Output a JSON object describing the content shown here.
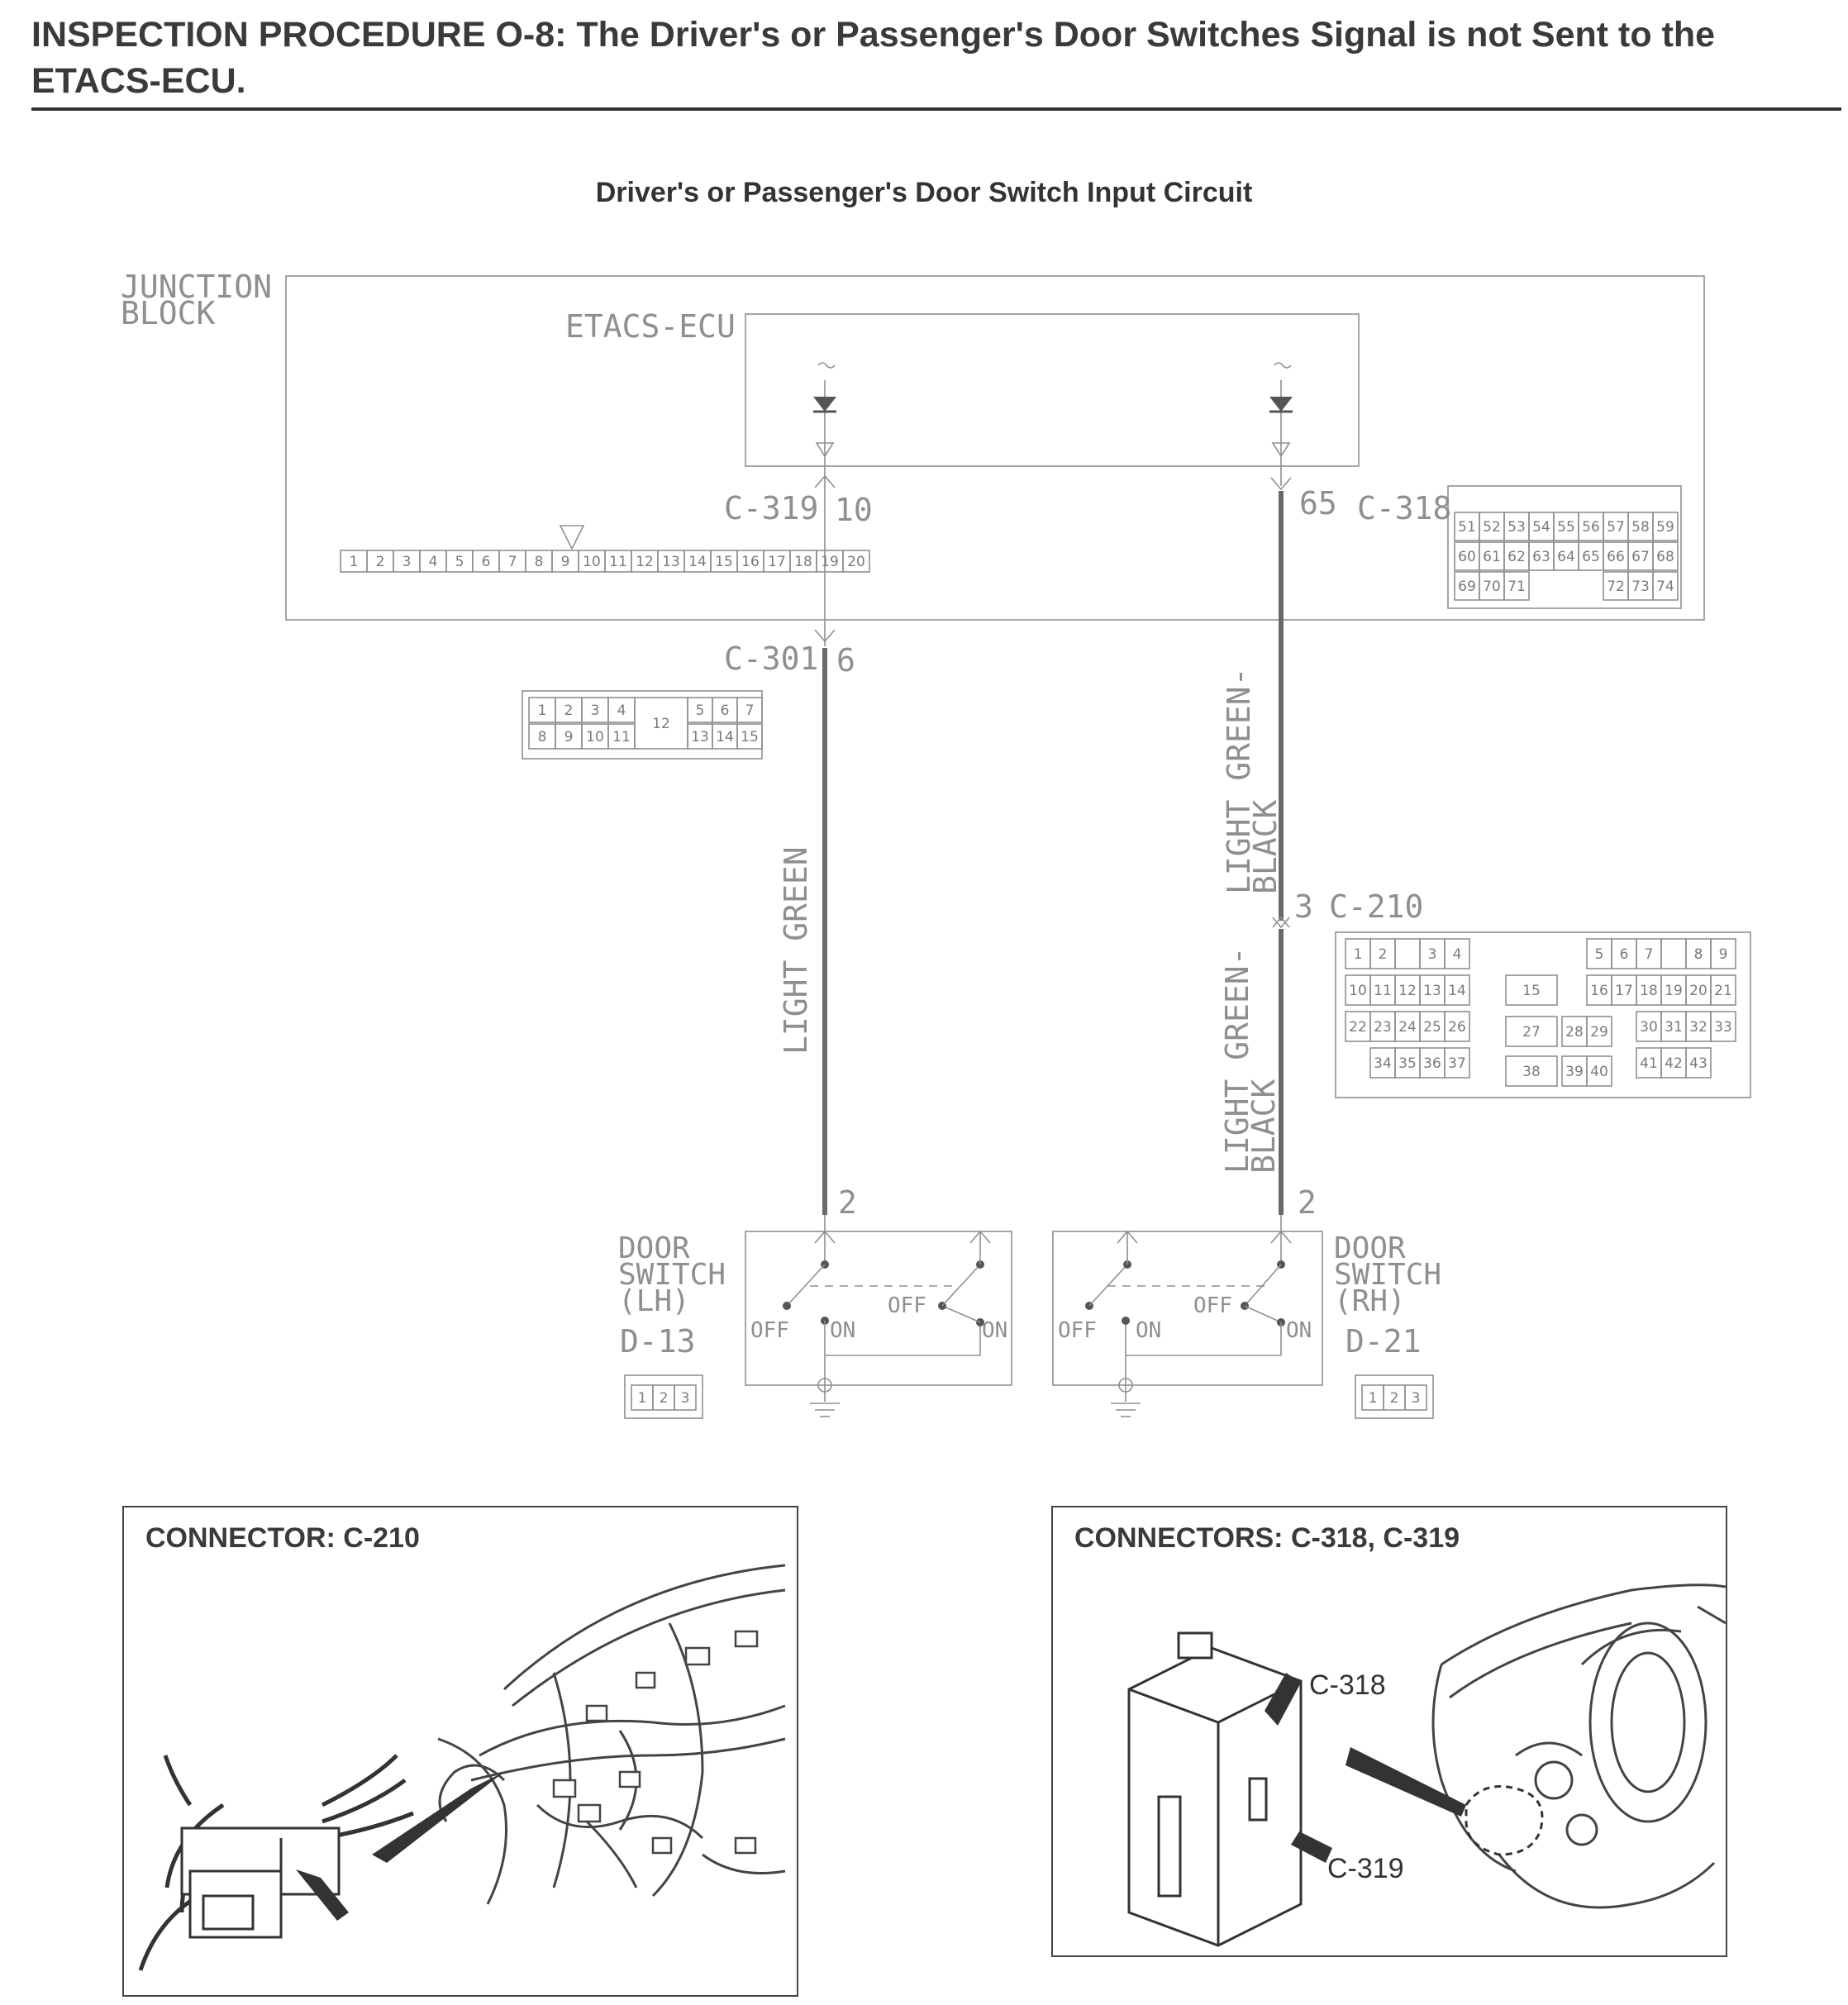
{
  "header": {
    "title": "INSPECTION PROCEDURE O-8: The Driver's or Passenger's Door Switches Signal is not Sent to the ETACS-ECU."
  },
  "diagram": {
    "title": "Driver's or Passenger's Door Switch Input Circuit",
    "junction_block_label": "JUNCTION BLOCK",
    "ecu_label": "ETACS-ECU",
    "c319": {
      "label": "C-319",
      "pin": "10"
    },
    "c318": {
      "label": "C-318",
      "pin": "65"
    },
    "c301": {
      "label": "C-301",
      "pin": "6"
    },
    "c210": {
      "label": "C-210",
      "pin": "3"
    },
    "wire_left": "LIGHT GREEN",
    "wire_right_upper": "LIGHT GREEN-BLACK",
    "wire_right_lower": "LIGHT GREEN-BLACK",
    "door_switch_lh": {
      "label": "DOOR SWITCH (LH)",
      "connector": "D-13",
      "pin": "2"
    },
    "door_switch_rh": {
      "label": "DOOR SWITCH (RH)",
      "connector": "D-21",
      "pin": "2"
    },
    "switch_labels": {
      "off": "OFF",
      "on": "ON"
    }
  },
  "panels": {
    "left": {
      "title": "CONNECTOR: C-210"
    },
    "right": {
      "title": "CONNECTORS: C-318, C-319",
      "callouts": [
        "C-318",
        "C-319"
      ]
    }
  }
}
